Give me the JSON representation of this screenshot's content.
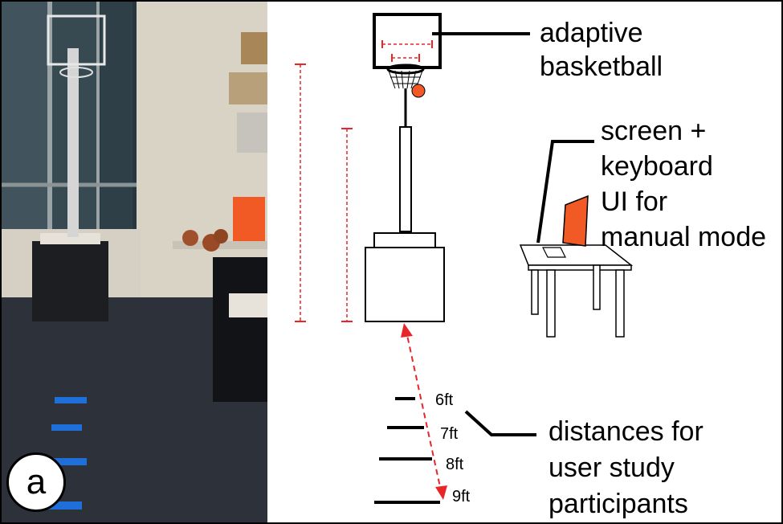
{
  "figure": {
    "panel_letter": "a",
    "labels": {
      "adaptive_basketball": [
        "adaptive",
        "basketball"
      ],
      "screen_keyboard": [
        "screen +",
        "keyboard",
        "UI for",
        "manual mode"
      ],
      "distances": [
        "distances for",
        "user study",
        "participants"
      ]
    },
    "distance_marks": [
      "6ft",
      "7ft",
      "8ft",
      "9ft"
    ]
  },
  "colors": {
    "accent_red": "#e8262a",
    "ball_orange": "#f15a24",
    "screen_orange": "#f15a24",
    "photo_floor": "#2a2f38",
    "tape_blue": "#1e6fd9"
  }
}
